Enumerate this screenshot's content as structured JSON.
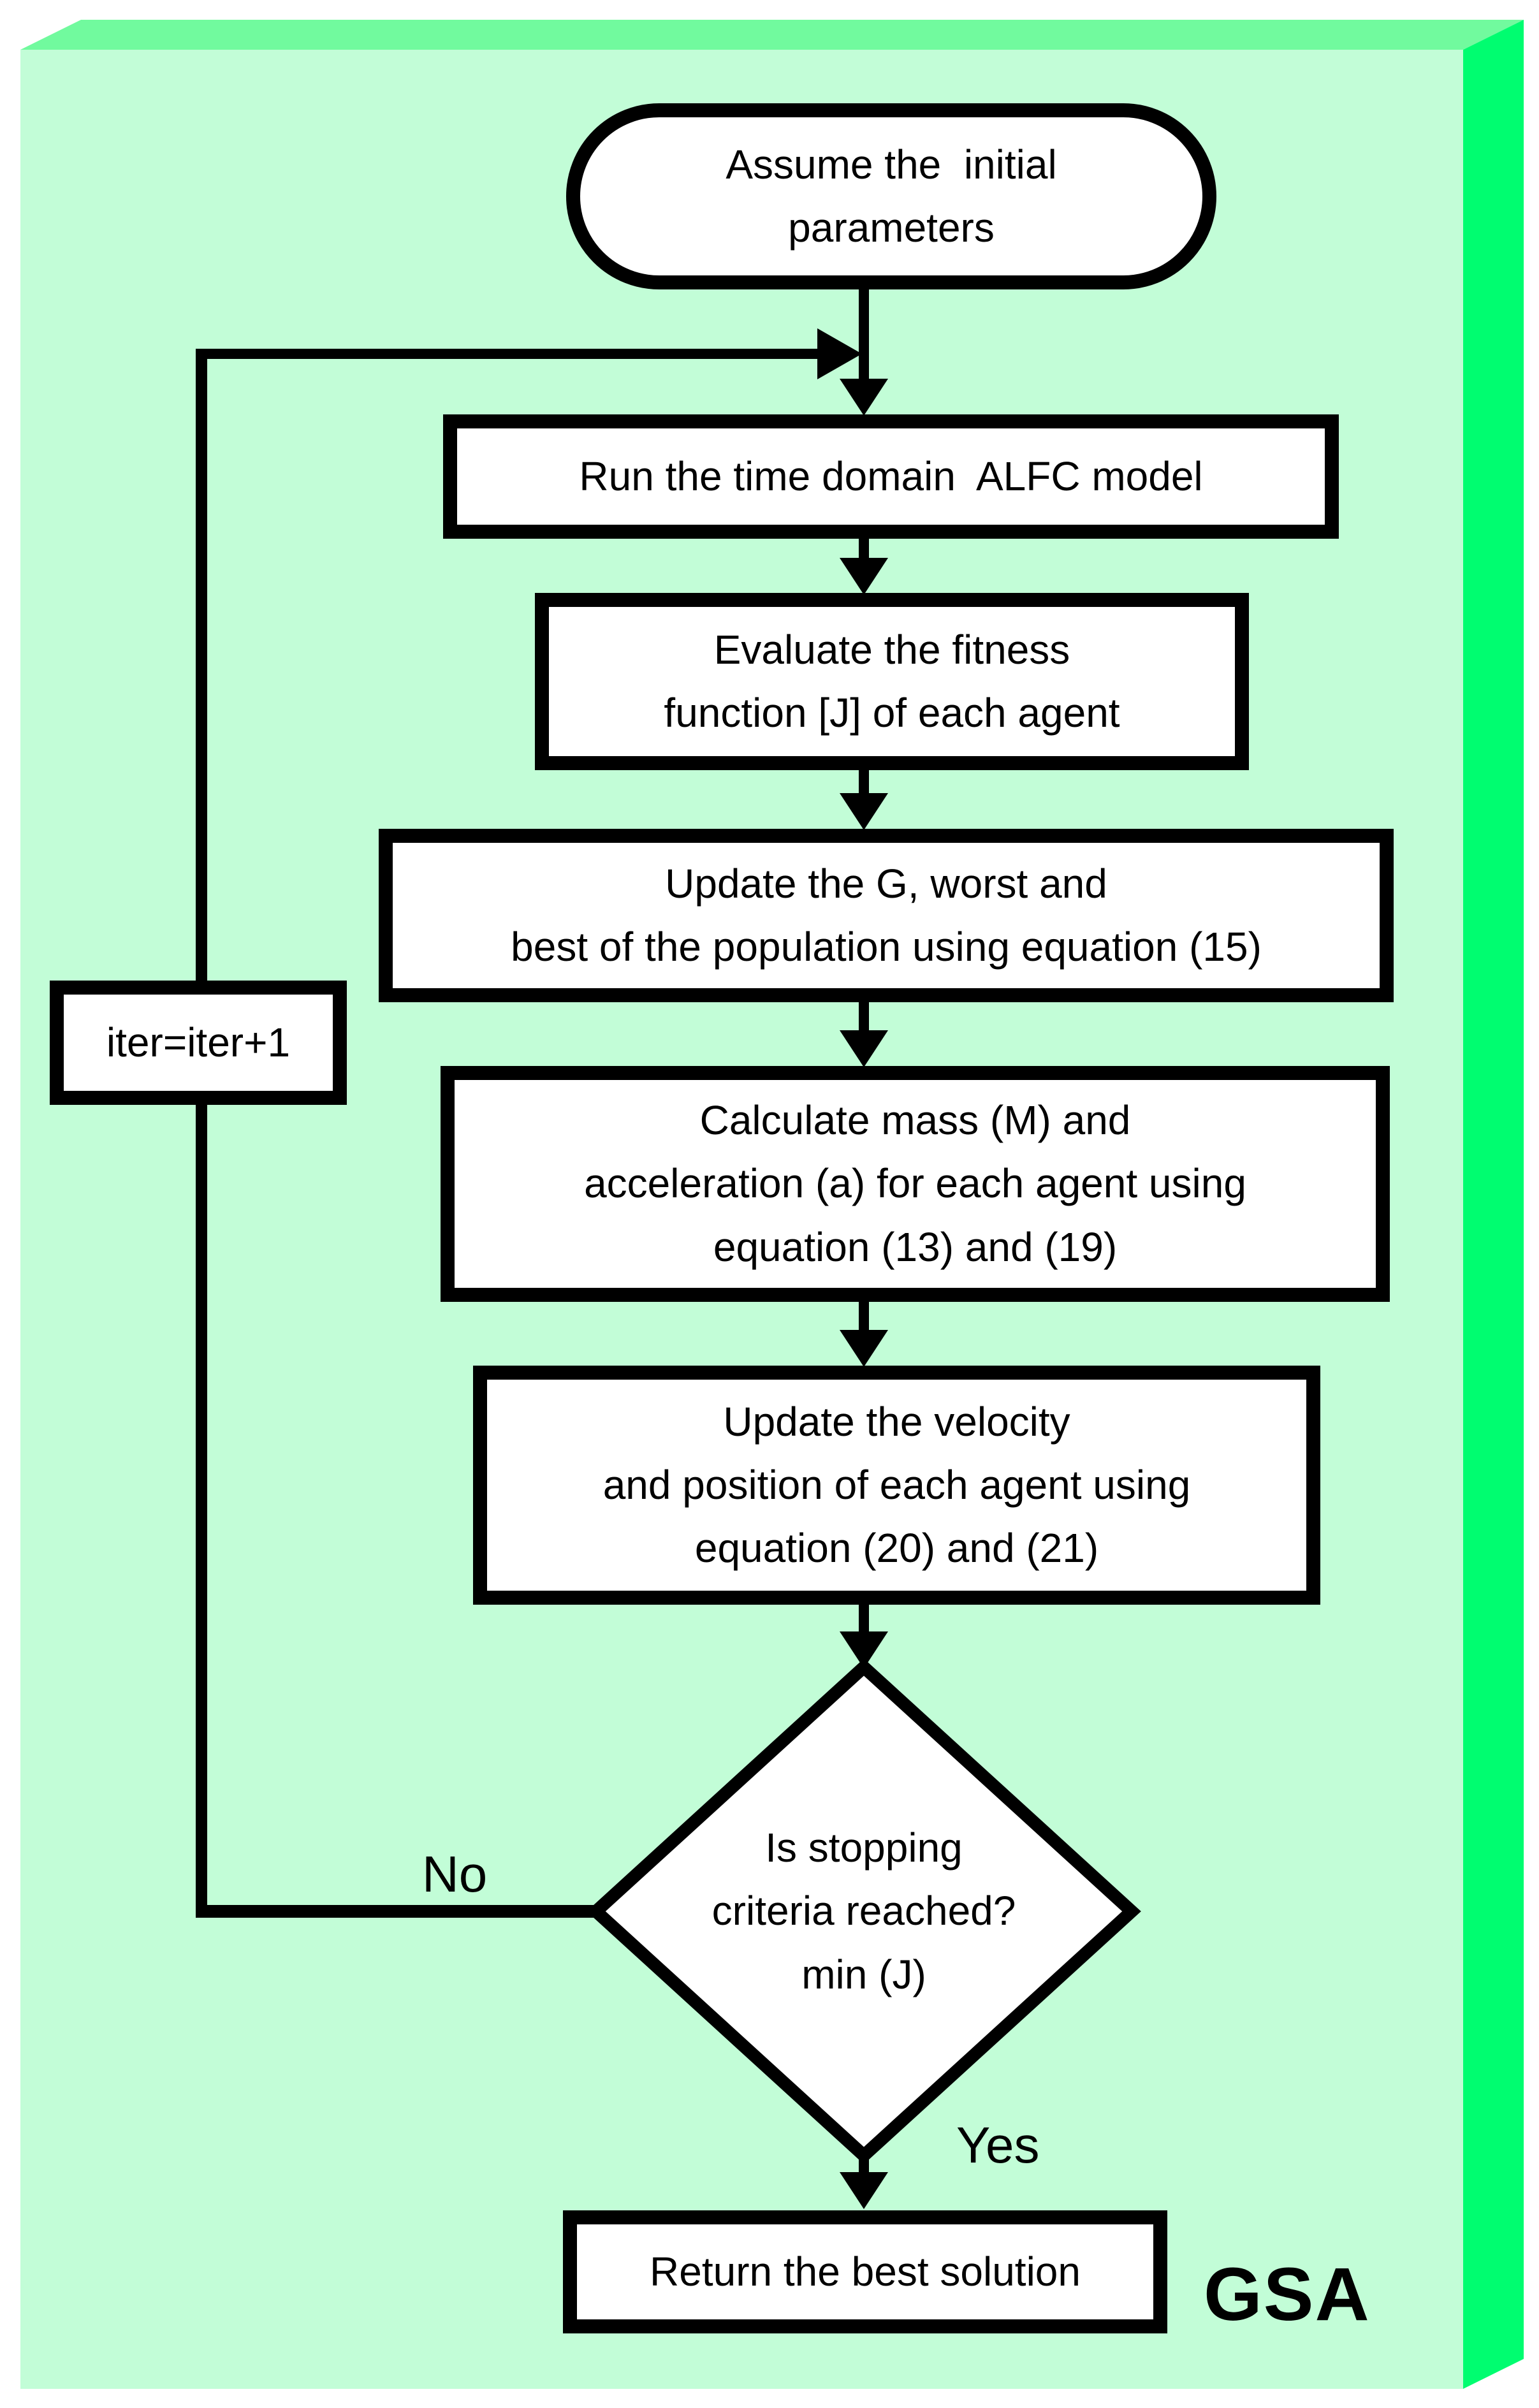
{
  "colors": {
    "board_front": "#c2fdd7",
    "board_top": "#71fa9e",
    "board_side": "#00fd70",
    "shape_fill": "#ffffff",
    "stroke": "#000000"
  },
  "nodes": {
    "start": "Assume the  initial\nparameters",
    "run_model": "Run the time domain  ALFC model",
    "evaluate_fitness": "Evaluate the fitness\nfunction [J] of each agent",
    "update_g": "Update the G, worst and\nbest of the population using equation (15)",
    "calc_mass_accel": "Calculate mass (M) and\nacceleration (a) for each agent using\nequation (13) and (19)",
    "update_velocity": "Update the velocity\nand position of each agent using\nequation (20) and (21)",
    "iteration_counter": "iter=iter+1",
    "decision": "Is stopping\ncriteria reached?\nmin (J)",
    "return_best": "Return the best solution"
  },
  "labels": {
    "no": "No",
    "yes": "Yes",
    "algorithm": "GSA"
  }
}
